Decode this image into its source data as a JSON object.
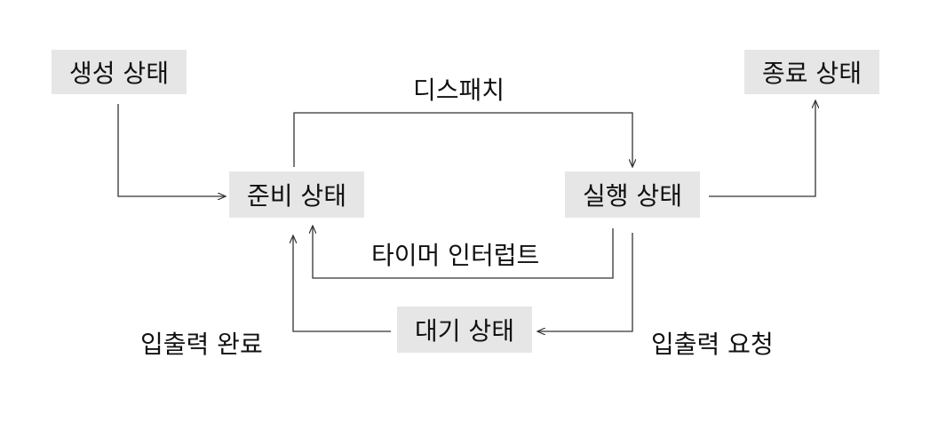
{
  "diagram": {
    "nodes": {
      "new": "생성 상태",
      "ready": "준비 상태",
      "running": "실행 상태",
      "waiting": "대기 상태",
      "terminated": "종료 상태"
    },
    "edges": {
      "dispatch": "디스패치",
      "timer_interrupt": "타이머 인터럽트",
      "io_request": "입출력 요청",
      "io_complete": "입출력 완료"
    }
  }
}
